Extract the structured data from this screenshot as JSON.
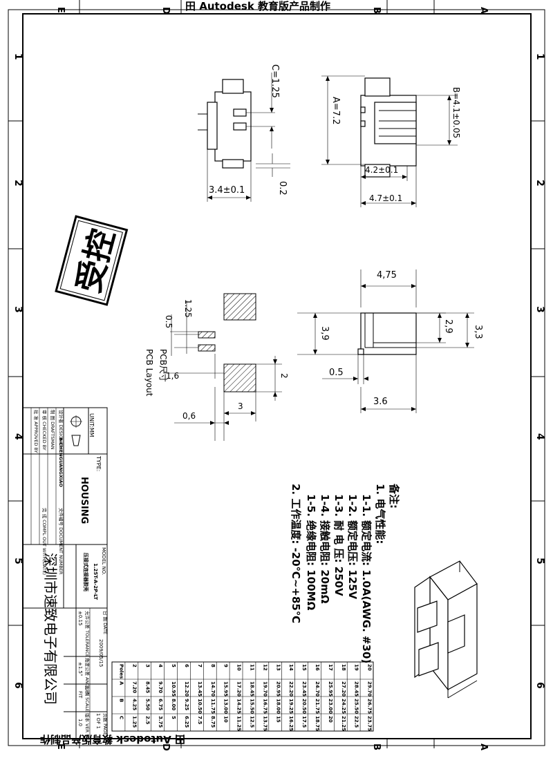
{
  "frame": {
    "top_banner": "田 Autodesk 教育版产品制作",
    "bottom_banner": "田 Autodesk 教育版产品制作",
    "zone_letters_top": [
      "E",
      "D",
      "B",
      "A"
    ],
    "zone_letters_bottom": [
      "E",
      "D",
      "B",
      "A"
    ],
    "zone_numbers": [
      "1",
      "2",
      "3",
      "4",
      "5",
      "6"
    ]
  },
  "stamp": {
    "text": "受控"
  },
  "side_view": {
    "dim_c": "C=1.25",
    "dim_width": "3.4±0.1",
    "dim_gap": "0.2"
  },
  "top_view": {
    "dim_a": "A=7.2",
    "dim_b": "B=4.1±0.05",
    "dim_depth1": "4.2±0.1",
    "dim_depth2": "4.7±0.1"
  },
  "pcb_layout": {
    "label_cn": "PCB尺寸",
    "label_en": "PCB Layout",
    "dim_125": "1.25",
    "dim_05": "0.5",
    "dim_16": "1,6",
    "dim_06": "0,6",
    "dim_3": "3",
    "dim_2": "2"
  },
  "front_view": {
    "dim_475": "4,75",
    "dim_39": "3,9",
    "dim_29": "2,9",
    "dim_33": "3,3",
    "dim_05": "0.5",
    "dim_36": "3.6"
  },
  "notes": {
    "heading": "备注:",
    "lines": [
      "1. 电气性能:",
      "1-1. 额定电流: 1.0A(AWG. #30)",
      "1-2. 额定电压: 125V",
      "1-3. 耐 电 压: 250V",
      "1-4. 接触电阻: 20mΩ",
      "1-5. 绝缘电阻: 100MΩ",
      "2. 工作温度: -20℃~+85℃"
    ]
  },
  "title_block": {
    "unit": "UNIT:MM",
    "type_label": "TYPE:",
    "type_value": "HOUSING",
    "designer_label": "设计者 DESIGNER",
    "designer_value": "B-CHENGUANGXIAO",
    "draftsman_label": "制 图 DRAFTSMAN",
    "checked_label": "审 核 CHECKED BY",
    "approved_label": "批 准 APPROVED BY",
    "doc_number_label": "文件编号 DOCUMENT NUMBER",
    "compl_label": "完 成 COMPL OUT WITH(DATE)",
    "model_label": "MODEL NO.",
    "model_value": "1.25T-A-2P-LT",
    "model_desc": "压接式连接器胶壳",
    "date_label": "日 期 DATE",
    "date_value": "2009/05/15",
    "tol_label": "允许公差 TOLERANCE",
    "tol_value": "±0.15",
    "angles_label": "角度公差 ANGLES",
    "angles_value": "±1.5°",
    "scale_label": "比 例 SCALE",
    "scale_value": "FIT",
    "page_label": "页数 PAGE",
    "page_value": "1 OF 1",
    "ver_label": "版本 VER",
    "ver_value": "1.0",
    "company": "深圳市速致电子有限公司"
  },
  "dim_table": {
    "headers": [
      "Poles",
      "A",
      "B",
      "C"
    ],
    "rows": [
      [
        "2",
        "7.20",
        "4.25",
        "1.25"
      ],
      [
        "3",
        "8.45",
        "5.50",
        "2.5"
      ],
      [
        "4",
        "9.70",
        "6.75",
        "3.75"
      ],
      [
        "5",
        "10.95",
        "8.00",
        "5"
      ],
      [
        "6",
        "12.20",
        "9.25",
        "6.25"
      ],
      [
        "7",
        "13.45",
        "10.50",
        "7.5"
      ],
      [
        "8",
        "14.70",
        "11.75",
        "8.75"
      ],
      [
        "9",
        "15.95",
        "13.00",
        "10"
      ],
      [
        "10",
        "17.20",
        "14.25",
        "11.25"
      ],
      [
        "11",
        "18.45",
        "15.50",
        "12.5"
      ],
      [
        "12",
        "19.70",
        "16.75",
        "13.75"
      ],
      [
        "13",
        "20.95",
        "18.00",
        "15"
      ],
      [
        "14",
        "22.20",
        "19.25",
        "16.25"
      ],
      [
        "15",
        "23.45",
        "20.50",
        "17.5"
      ],
      [
        "16",
        "24.70",
        "21.75",
        "18.75"
      ],
      [
        "17",
        "25.95",
        "23.00",
        "20"
      ],
      [
        "18",
        "27.20",
        "24.25",
        "21.25"
      ],
      [
        "19",
        "28.45",
        "25.50",
        "22.5"
      ],
      [
        "20",
        "29.70",
        "26.75",
        "23.75"
      ]
    ]
  },
  "colors": {
    "ink": "#000000",
    "paper": "#ffffff"
  }
}
